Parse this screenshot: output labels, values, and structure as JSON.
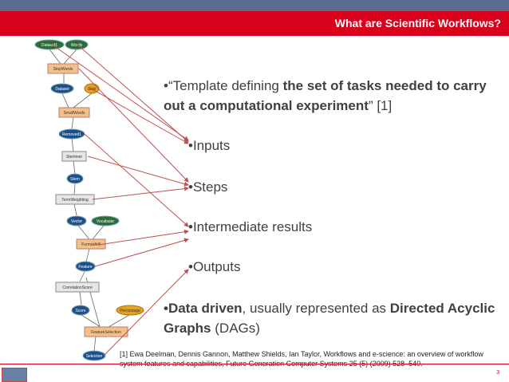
{
  "header": {
    "title": "What are Scientific Workflows?"
  },
  "workflow_nodes": {
    "dataset1": "Dataset1",
    "words": "Words",
    "stopwords": "StopWords",
    "dataset": "Dataset",
    "stop": "Stop",
    "smallwords": "SmallWords",
    "removed1": "Removed1",
    "stemmer": "Stemmer",
    "stem": "Stem",
    "termweighting": "TermWeighting",
    "vector": "Vector",
    "vocabular": "Vocabular",
    "formatarff": "FormatArff",
    "feature": "Feature",
    "correlationscore": "CorrelationScore",
    "score": "Score",
    "percentage": "Percentage",
    "featureselection": "FeatureSelection",
    "selection": "Selection"
  },
  "bullets": {
    "b1_pre": "•“Template defining ",
    "b1_bold": "the set of tasks needed to carry out a computational experiment",
    "b1_post": "” [1]",
    "inputs": "•Inputs",
    "steps": "•Steps",
    "intermediate": "•Intermediate results",
    "outputs": "•Outputs",
    "b6_bold1": "•Data driven",
    "b6_mid": ", usually represented as ",
    "b6_bold2": "Directed Acyclic Graphs",
    "b6_post": " (DAGs)"
  },
  "reference": "[1] Ewa Deelman, Dennis Gannon, Matthew Shields, Ian Taylor, Workflows and e-science: an overview of workflow system features and capabilities, Future Generation Computer Systems 25 (5) (2009) 528–540.",
  "page_number": "3",
  "colors": {
    "accent": "#d9001b",
    "topbar": "#5b6b8c",
    "input_node": "#1f4e8c",
    "param_node": "#3f7a3a",
    "step_node": "#f4c08a",
    "percentage_node": "#e8a020"
  }
}
